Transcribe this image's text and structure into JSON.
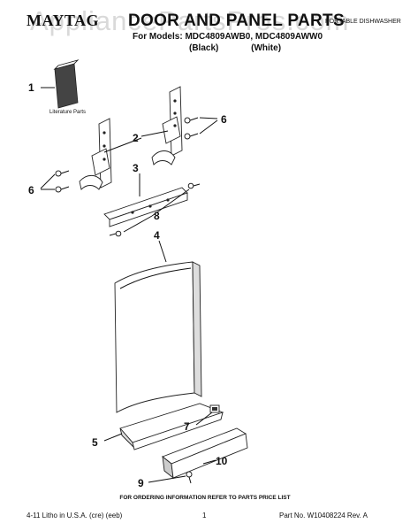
{
  "header": {
    "brand": "MAYTAG",
    "title": "DOOR AND PANEL PARTS",
    "models_line": "For Models: MDC4809AWB0, MDC4809AWW0",
    "variant_black": "(Black)",
    "variant_white": "(White)",
    "doc_type": "PORTABLE DISHWASHER"
  },
  "watermark": "AppliancePartsPros.com",
  "diagram": {
    "literature_caption": "Literature Parts",
    "callouts": [
      "1",
      "2",
      "3",
      "4",
      "5",
      "6",
      "6",
      "7",
      "8",
      "9",
      "10"
    ]
  },
  "footer": {
    "order_note": "FOR ORDERING INFORMATION REFER TO PARTS PRICE LIST",
    "print_info": "4-11 Litho in U.S.A. (cre) (eeb)",
    "page_number": "1",
    "part_number": "Part No. W10408224 Rev. A"
  }
}
